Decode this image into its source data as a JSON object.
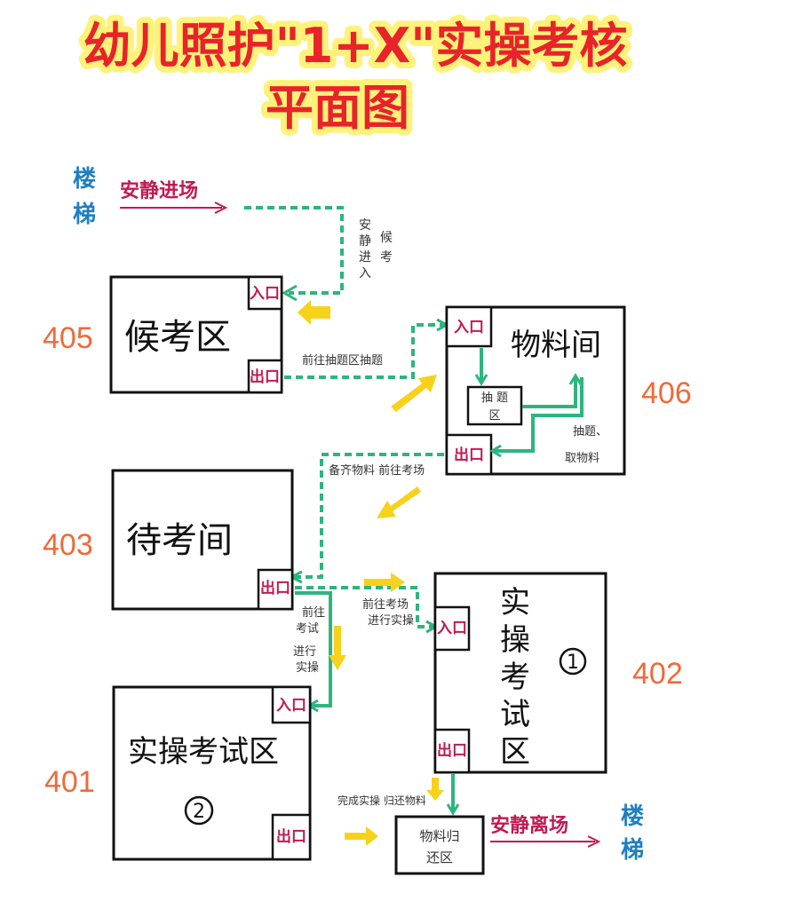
{
  "title": {
    "line1": "幼儿照护\"1+X\"实操考核",
    "line2": "平面图"
  },
  "stairs_top": "楼梯",
  "stairs_bottom": "楼梯",
  "enter_quiet": "安静进场",
  "exit_quiet": "安静离场",
  "rooms": {
    "r405": {
      "number": "405",
      "name": "候考区",
      "door_in": "入口",
      "door_out": "出口"
    },
    "r406": {
      "number": "406",
      "name": "物料间",
      "door_in": "入口",
      "door_out": "出口",
      "sub_box": "抽题区"
    },
    "r403": {
      "number": "403",
      "name": "待考间",
      "door_out": "出口"
    },
    "r402": {
      "number": "402",
      "name": "实操考试区",
      "door_in": "入口",
      "door_out": "出口",
      "circled": "1"
    },
    "r401": {
      "number": "401",
      "name": "实操考试区",
      "door_in": "入口",
      "door_out": "出口",
      "circled": "2"
    },
    "return_area": {
      "name": "物料归还区"
    }
  },
  "notes": {
    "quiet_enter_vertical": "安静进入",
    "wait_vertical": "候考",
    "to_draw": "前往抽题区抽题",
    "draw_take": "抽题、",
    "take_material": "取物料",
    "prepare_go": "备齐物料 前往考场",
    "go_exam_402": "前往考场",
    "go_exam_402_b": "进行实操",
    "go_exam_401_a": "前往",
    "go_exam_401_b": "考试",
    "go_exam_401_c": "进行",
    "go_exam_401_d": "实操",
    "finish_return": "完成实操 归还物料"
  },
  "colors": {
    "title_red": "#e8232a",
    "title_glow": "#fff27a",
    "room_number": "#ef6a3a",
    "path_green": "#2db57e",
    "arrow_yellow": "#f7d21b",
    "stairs_blue": "#1d7fc1",
    "door_crimson": "#c01a52"
  }
}
